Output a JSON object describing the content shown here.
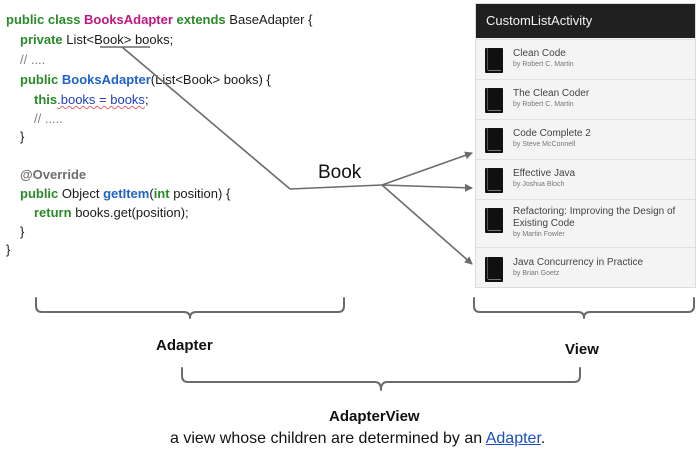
{
  "code": {
    "line1": {
      "kw1": "public class",
      "cls": "BooksAdapter",
      "kw2": "extends",
      "rest": "BaseAdapter {"
    },
    "line2": {
      "kw": "private",
      "type": "List<Book>",
      "rest": "books;"
    },
    "line3": {
      "comment": "// ...."
    },
    "line4": {
      "kw": "public",
      "meth": "BooksAdapter",
      "rest": "(List<Book> books) {"
    },
    "line5": {
      "kw": "this",
      "field": ".books = books",
      "rest": ";"
    },
    "line6": {
      "comment": "// ....."
    },
    "line7": {
      "text": "}"
    },
    "line8": {
      "ann": "@Override"
    },
    "line9": {
      "kw1": "public",
      "type": "Object",
      "meth": "getItem",
      "open": "(",
      "kw2": "int",
      "rest": "position) {"
    },
    "line10": {
      "kw": "return",
      "rest": "books.get(position);"
    },
    "line11": {
      "text": "}"
    },
    "line12": {
      "text": "}"
    }
  },
  "diagram": {
    "book_label": "Book",
    "adapter_label": "Adapter",
    "view_label": "View",
    "adapterview_label": "AdapterView",
    "caption_prefix": "a view whose children are determined by an ",
    "caption_link": "Adapter",
    "caption_suffix": "."
  },
  "phone": {
    "title": "CustomListActivity",
    "items": [
      {
        "title": "Clean Code",
        "author": "by Robert C. Martin"
      },
      {
        "title": "The Clean Coder",
        "author": "by Robert C. Martin"
      },
      {
        "title": "Code Complete 2",
        "author": "by Steve McConnell"
      },
      {
        "title": "Effective Java",
        "author": "by Joshua Bloch"
      },
      {
        "title": "Refactoring: Improving the Design of Existing Code",
        "author": "by Martin Fowler"
      },
      {
        "title": "Java Concurrency in Practice",
        "author": "by Brian Goetz"
      }
    ]
  },
  "colors": {
    "keyword": "#2a8a2a",
    "class_name": "#c0177e",
    "method": "#1f63c9",
    "link": "#1a4fbf",
    "appbar": "#202020"
  }
}
